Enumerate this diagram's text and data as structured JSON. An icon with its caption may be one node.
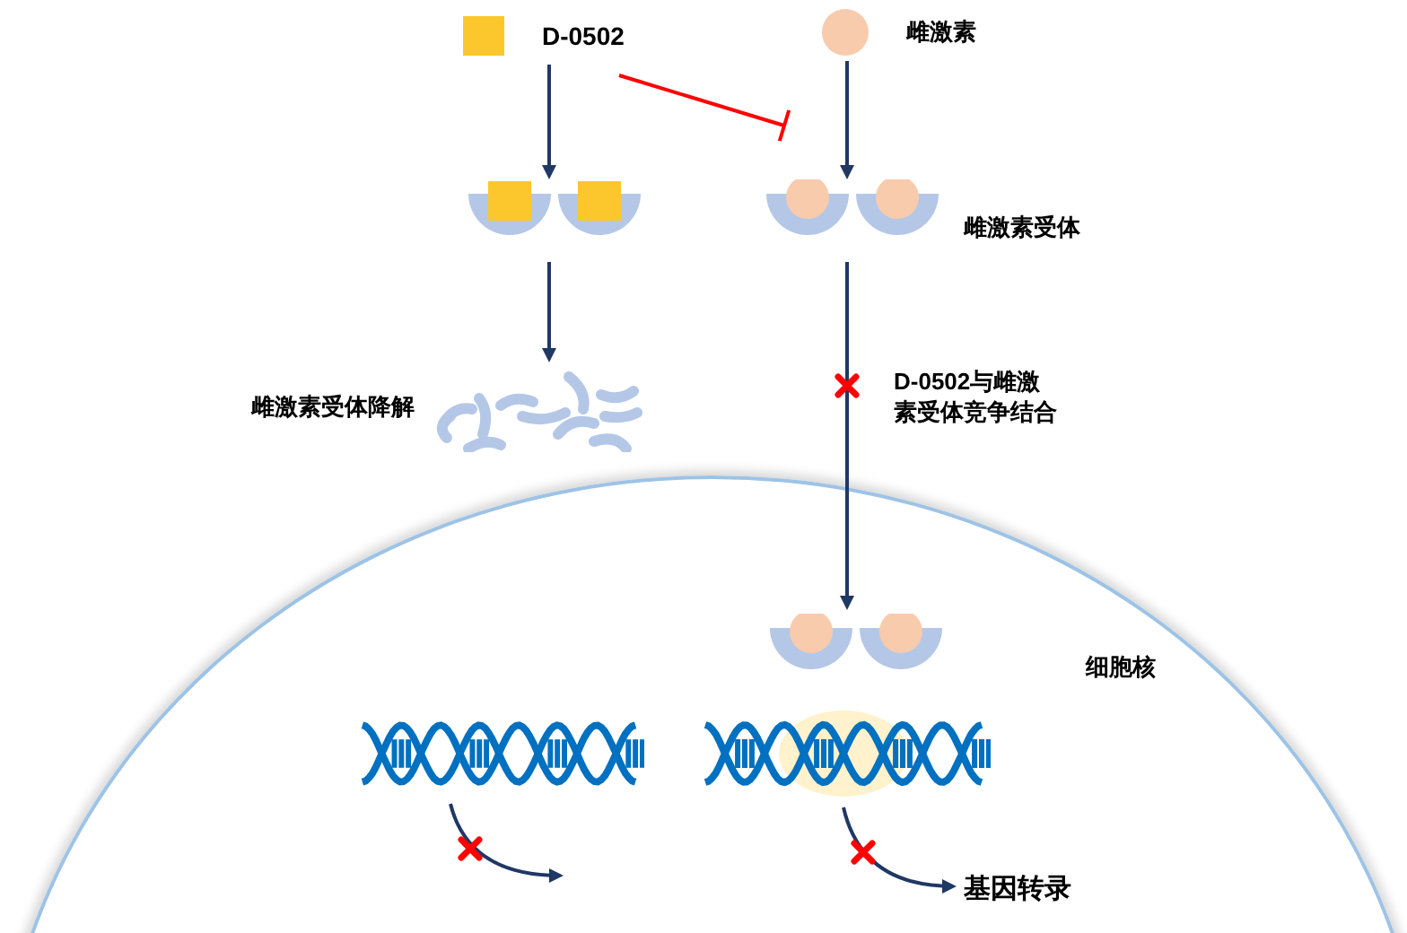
{
  "diagram": {
    "nodes": [
      {
        "text": [
          "D-0502"
        ]
      },
      {
        "text": [
          "雌激素"
        ]
      },
      {
        "text": [],
        "shape": "picture"
      },
      {
        "text": [
          "雌激素受体"
        ]
      },
      {
        "text": [
          "雌激素受体降解"
        ]
      },
      {
        "text": [
          "细胞核"
        ]
      },
      {
        "text": [],
        "shape": "picture",
        "in": 5
      },
      {
        "text": [],
        "shape": "picture",
        "in": 5
      },
      {
        "text": [],
        "shape": "picture",
        "in": 5
      },
      {
        "text": [
          "基因转录"
        ],
        "in": 5
      }
    ],
    "edges": [
      {
        "from": 0,
        "to": 2,
        "arrow": "to"
      },
      {
        "from": 1,
        "to": 3,
        "arrow": "to"
      },
      {
        "from": 0,
        "to": 3,
        "arrow": "other",
        "color": "#ff0000"
      },
      {
        "from": 2,
        "to": 4,
        "arrow": "to"
      },
      {
        "from": 3,
        "to": 6,
        "arrow": "to",
        "label": "D-0502与雌激素受体竞争结合"
      },
      {
        "from": 7,
        "to": null,
        "arrow": "to"
      },
      {
        "from": 8,
        "to": 9,
        "arrow": "to"
      }
    ]
  }
}
